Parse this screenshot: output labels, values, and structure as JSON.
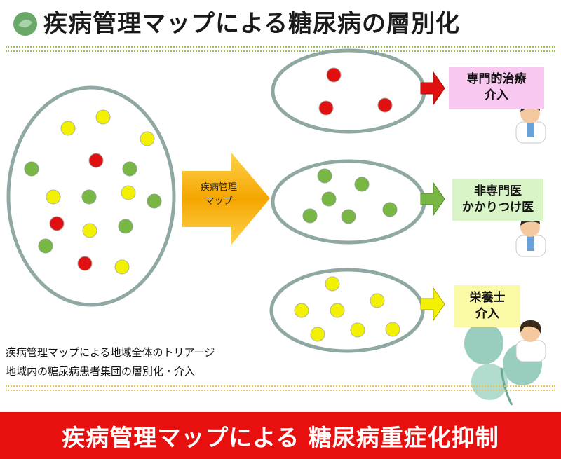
{
  "title": "疾病管理マップによる糖尿病の層別化",
  "colors": {
    "red_dot": "#e01010",
    "green_dot": "#78b743",
    "yellow_dot": "#f2f200",
    "ellipse_border": "#8fa8a4",
    "banner": "#e8100f"
  },
  "arrow_label": [
    "疾病管理",
    "マップ"
  ],
  "boxes": {
    "specialist": {
      "line1": "専門的治療",
      "line2": "介入"
    },
    "nonspecialist": {
      "line1": "非専門医",
      "line2": "かかりつけ医"
    },
    "dietitian": {
      "line1": "栄養士",
      "line2": "介入"
    }
  },
  "notes": [
    "疾病管理マップによる地域全体のトリアージ",
    "地域内の糖尿病患者集団の層別化・介入"
  ],
  "banner": "疾病管理マップによる 糖尿病重症化抑制"
}
